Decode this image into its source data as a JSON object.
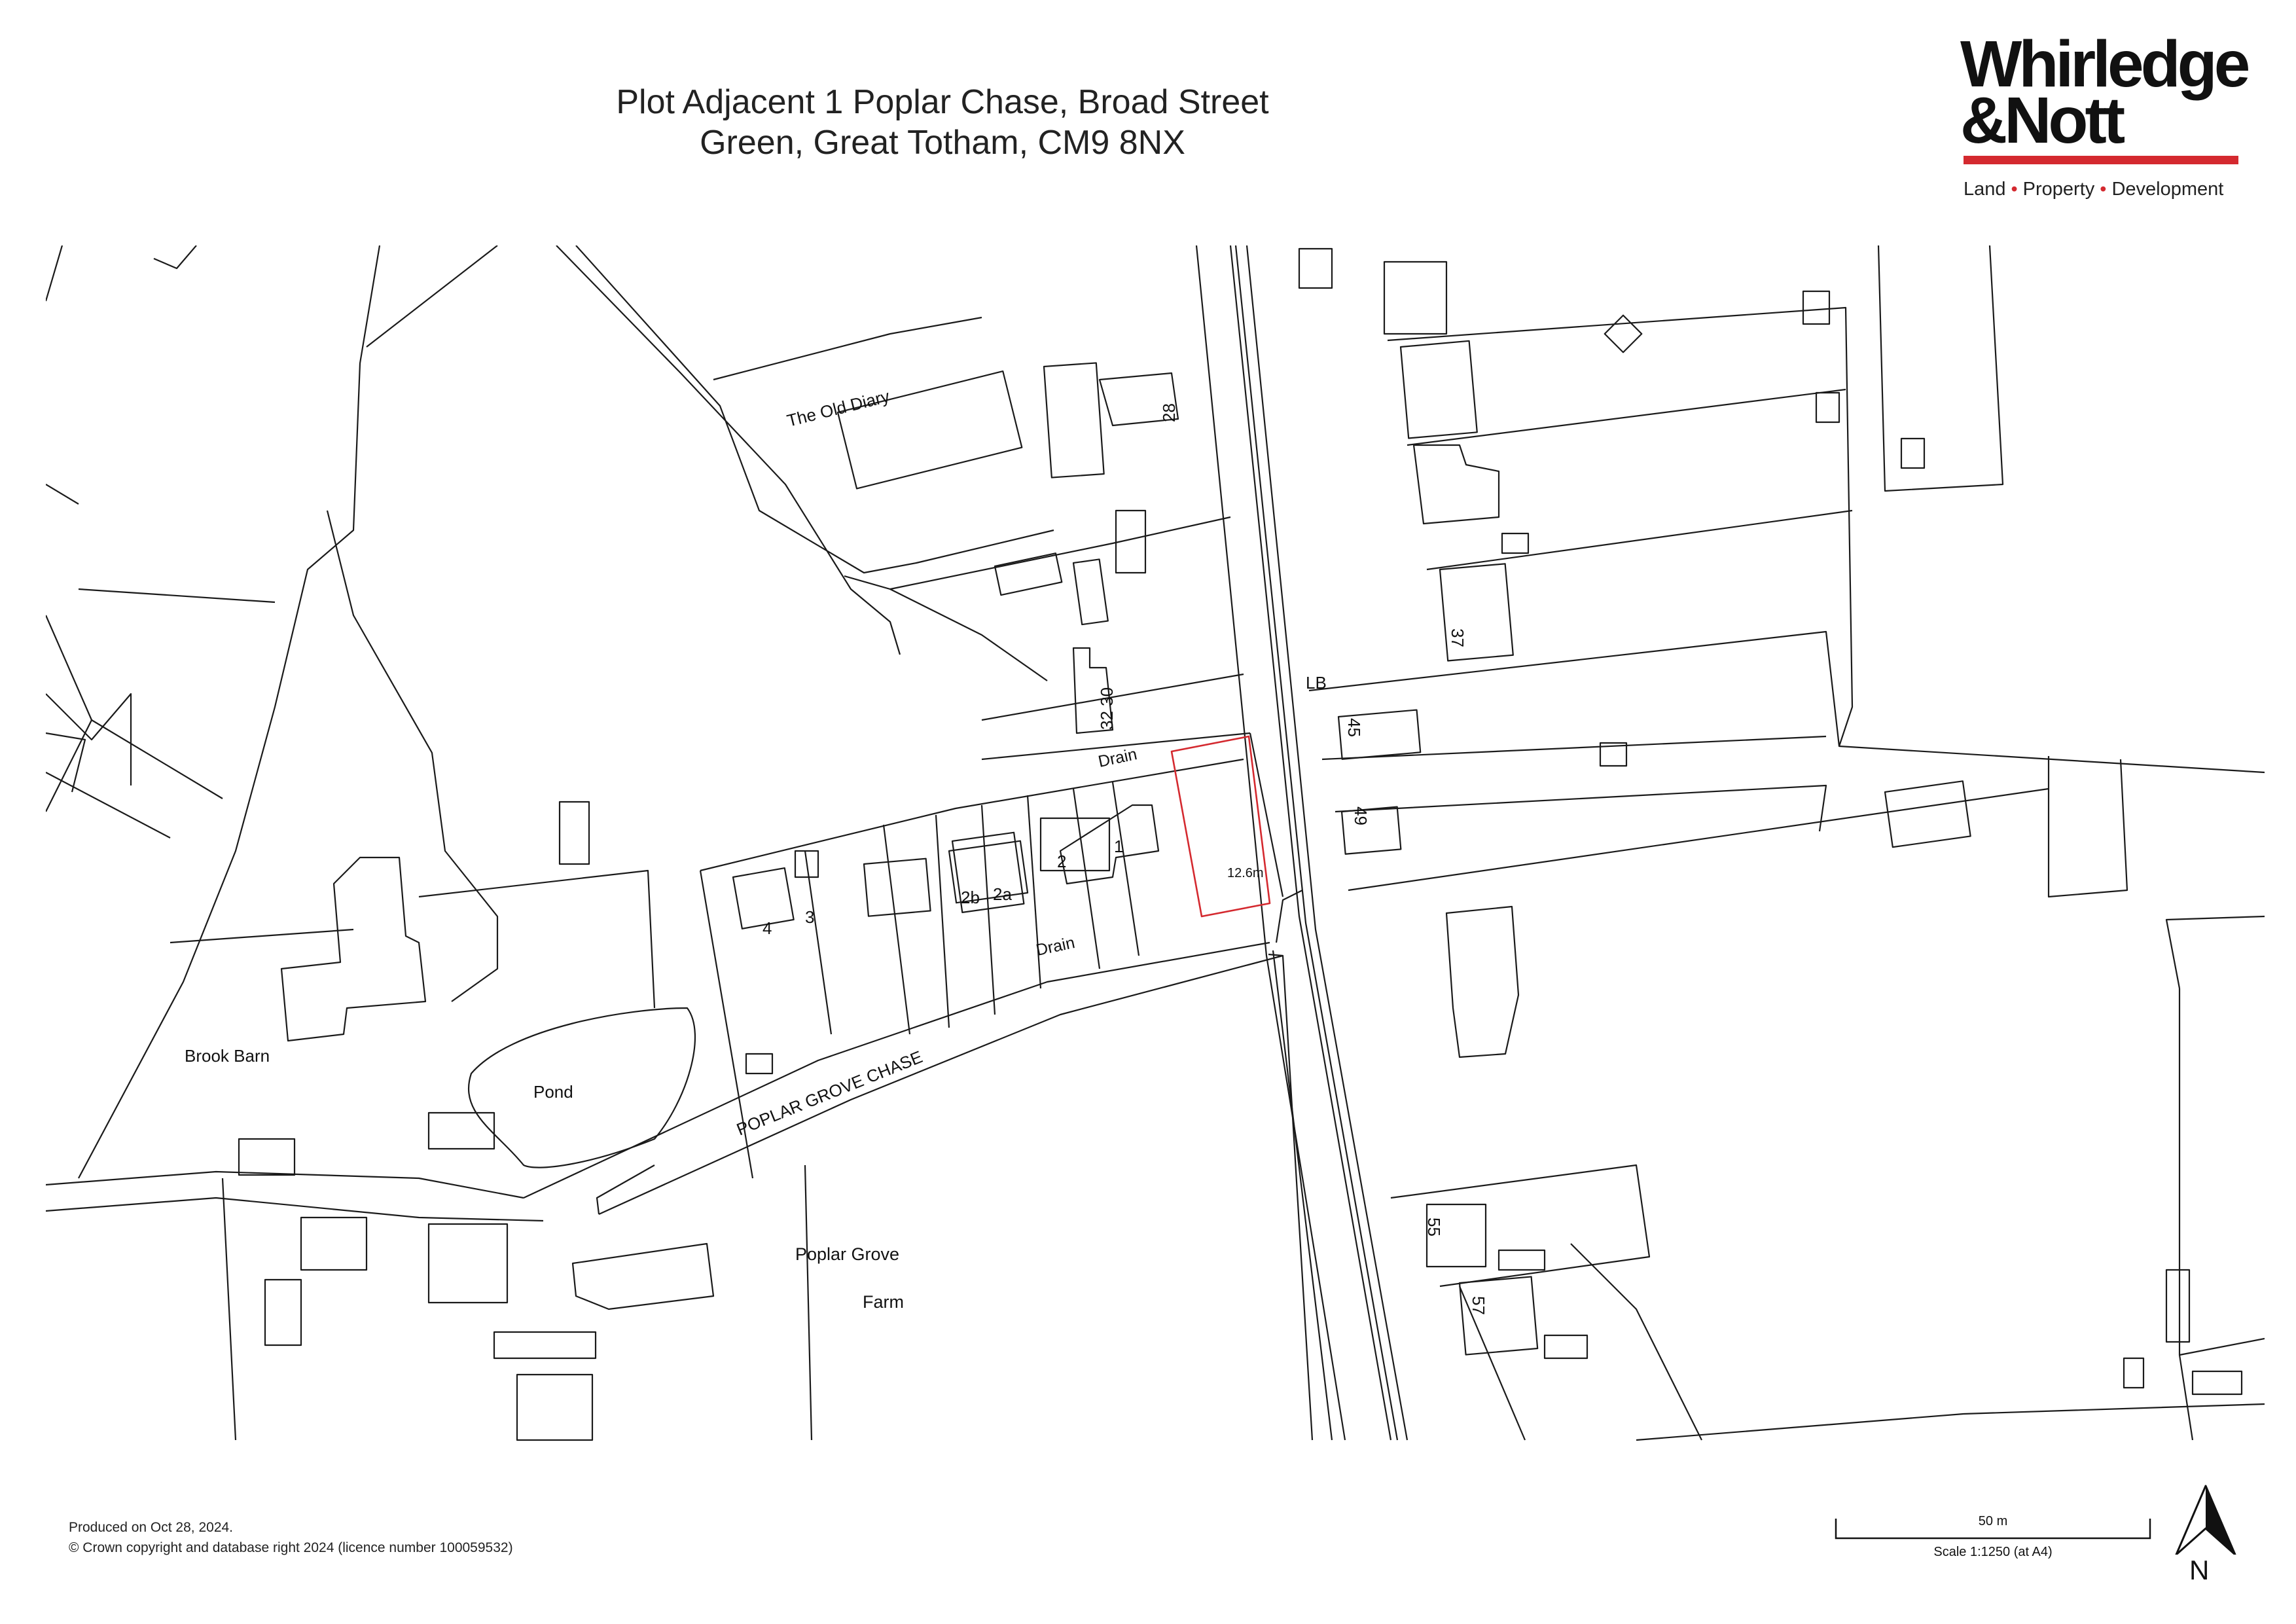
{
  "title": {
    "line1": "Plot Adjacent 1 Poplar Chase, Broad Street",
    "line2": "Green, Great Totham, CM9 8NX"
  },
  "logo": {
    "line1": "Whirledge",
    "line2": "&Nott",
    "tag_land": "Land",
    "tag_property": "Property",
    "tag_development": "Development",
    "tag_separator": "•",
    "accent_color": "#d4292f"
  },
  "map_labels": {
    "old_diary": "The Old Diary",
    "house_28": "28",
    "house_37": "37",
    "lb": "LB",
    "house_45": "45",
    "house_49": "49",
    "house_32_30": "32 30",
    "drain_north": "Drain",
    "drain_south": "Drain",
    "house_2": "2",
    "house_1": "1",
    "house_2b": "2b",
    "house_2a": "2a",
    "house_4": "4",
    "house_3": "3",
    "plot_width": "12.6m",
    "brook_barn": "Brook Barn",
    "pond": "Pond",
    "poplar_grove_chase": "POPLAR GROVE CHASE",
    "poplar_grove": "Poplar Grove",
    "farm": "Farm",
    "house_55": "55",
    "house_57": "57"
  },
  "plot_outline_color": "#d4292f",
  "footer": {
    "produced": "Produced on Oct 28, 2024.",
    "copyright": "© Crown copyright and database right 2024 (licence number 100059532)"
  },
  "scale_bar": {
    "label": "50 m",
    "caption": "Scale 1:1250 (at A4)"
  },
  "north_arrow": {
    "label": "N"
  }
}
